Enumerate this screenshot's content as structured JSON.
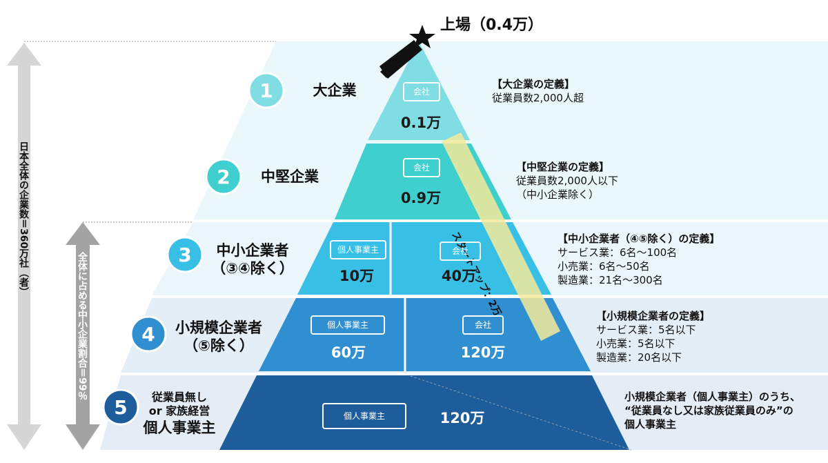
{
  "top_label": "上場（0.4万）",
  "left_axis": {
    "total_label": "日本全体の企業数＝360万社（者）",
    "sme_share_label": "全体に占める中小企業割合＝99％"
  },
  "startup_label": "スタートアップ：2万",
  "levels": [
    {
      "number": "1",
      "name_lines": [
        "大企業"
      ],
      "cells": [
        {
          "badge": "会社",
          "value": "0.1万"
        }
      ],
      "definition": [
        "【大企業の定義】",
        "従業員数2,000人超"
      ]
    },
    {
      "number": "2",
      "name_lines": [
        "中堅企業"
      ],
      "cells": [
        {
          "badge": "会社",
          "value": "0.9万"
        }
      ],
      "definition": [
        "【中堅企業の定義】",
        "従業員数2,000人以下",
        "（中小企業除く）"
      ]
    },
    {
      "number": "3",
      "name_lines": [
        "中小企業者",
        "（③④除く）"
      ],
      "cells": [
        {
          "badge": "個人事業主",
          "value": "10万"
        },
        {
          "badge": "会社",
          "value": "40万"
        }
      ],
      "definition": [
        "【中小企業者（④⑤除く）の定義】",
        "サービス業：6名～100名",
        "小売業：6名～50名",
        "製造業：21名～300名"
      ]
    },
    {
      "number": "4",
      "name_lines": [
        "小規模企業者",
        "（⑤除く）"
      ],
      "cells": [
        {
          "badge": "個人事業主",
          "value": "60万"
        },
        {
          "badge": "会社",
          "value": "120万"
        }
      ],
      "definition": [
        "【小規模企業者の定義】",
        "サービス業：5名以下",
        "小売業：5名以下",
        "製造業：20名以下"
      ]
    },
    {
      "number": "5",
      "name_lines": [
        "従業員無し",
        "or 家族経営",
        "個人事業主"
      ],
      "cells": [
        {
          "badge": "個人事業主",
          "value": "120万"
        }
      ],
      "definition": [
        "小規模企業者（個人事業主）のうち、",
        "“従業員なし又は家族従業員のみ”の",
        "個人事業主"
      ]
    }
  ],
  "colors": {
    "level1": "#7fdde3",
    "level2": "#3fcfcf",
    "level3": "#38bfe6",
    "level4": "#2f8fd0",
    "level5": "#1d5d9b",
    "band_light": "#eaf8fb",
    "band_blue": "#e3eef8",
    "arrow_gray": "#d6d6d6",
    "arrow_dark": "#a3a3a3",
    "startup_band": "#f3ea9a"
  },
  "icons": [
    "shooting-star-icon"
  ]
}
